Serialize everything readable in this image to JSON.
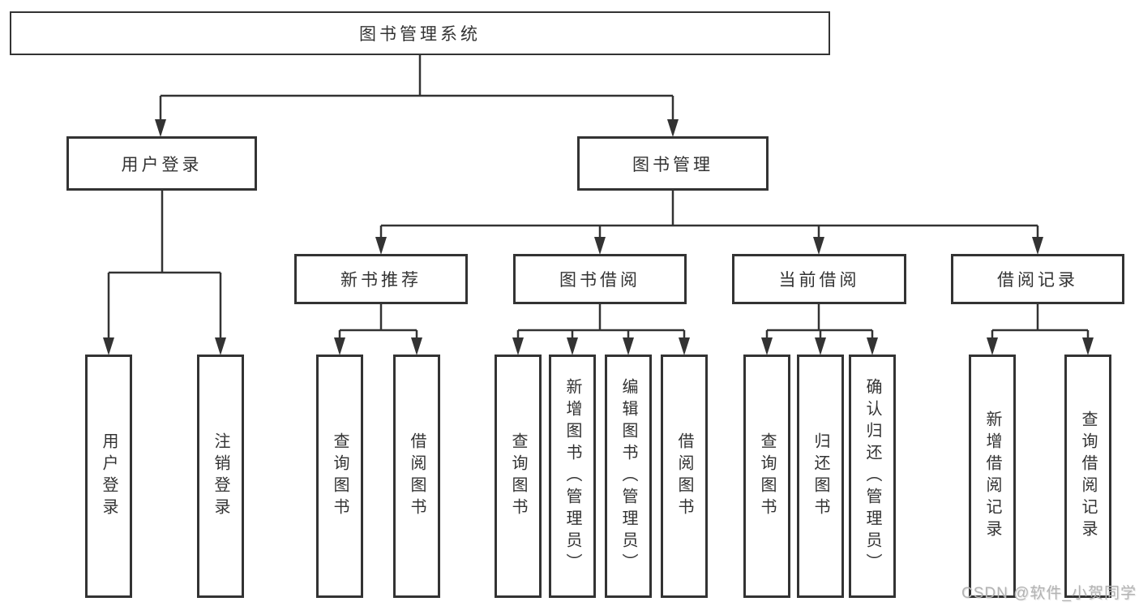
{
  "diagram": {
    "root": {
      "label": "图书管理系统",
      "children": [
        {
          "label": "用户登录",
          "children": [
            {
              "label": "用户登录"
            },
            {
              "label": "注销登录"
            }
          ]
        },
        {
          "label": "图书管理",
          "children": [
            {
              "label": "新书推荐",
              "children": [
                {
                  "label": "查询图书"
                },
                {
                  "label": "借阅图书"
                }
              ]
            },
            {
              "label": "图书借阅",
              "children": [
                {
                  "label": "查询图书"
                },
                {
                  "label": "新增图书（管理员）"
                },
                {
                  "label": "编辑图书（管理员）"
                },
                {
                  "label": "借阅图书"
                }
              ]
            },
            {
              "label": "当前借阅",
              "children": [
                {
                  "label": "查询图书"
                },
                {
                  "label": "归还图书"
                },
                {
                  "label": "确认归还（管理员）"
                }
              ]
            },
            {
              "label": "借阅记录",
              "children": [
                {
                  "label": "新增借阅记录"
                },
                {
                  "label": "查询借阅记录"
                }
              ]
            }
          ]
        }
      ]
    }
  },
  "watermark": {
    "text": "CSDN @软件_小贺同学"
  },
  "colors": {
    "line": "#333333",
    "text": "#333333",
    "background": "#ffffff",
    "watermark": "#b3b3b3"
  }
}
